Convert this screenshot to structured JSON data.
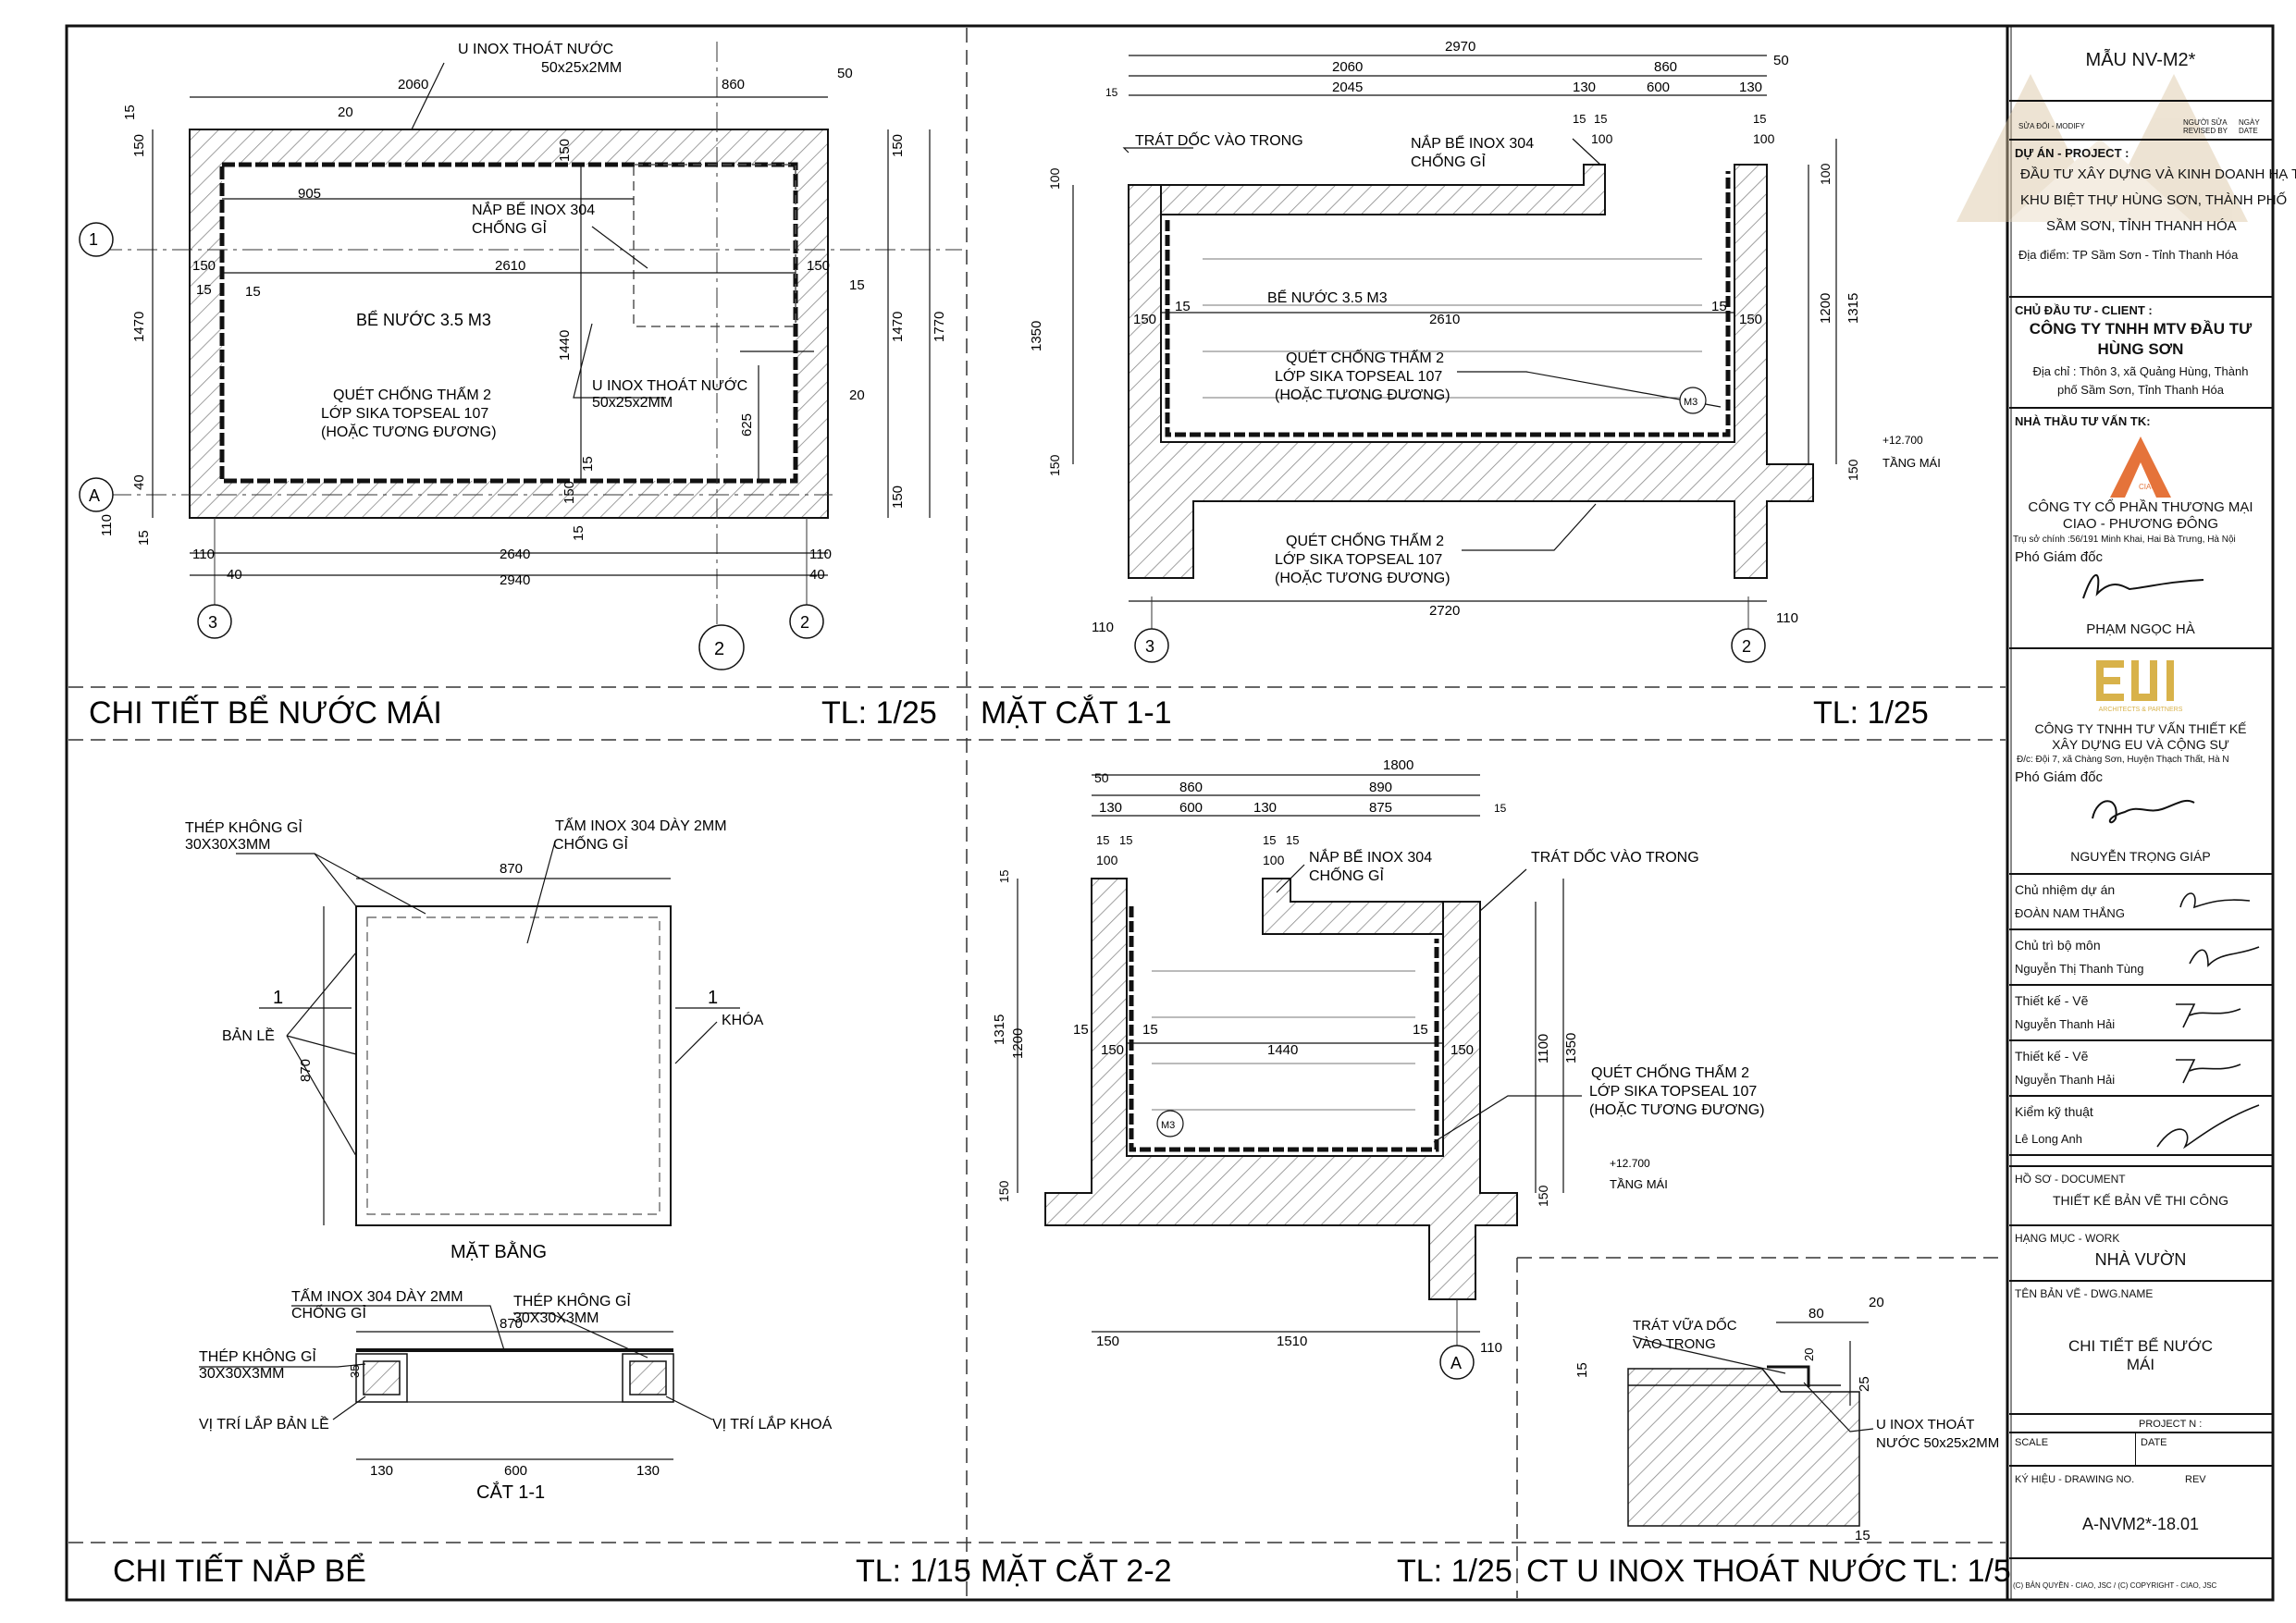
{
  "title_block": {
    "template": "MẪU NV-M2*",
    "rev_headers": [
      "SỬA ĐỔI - MODIFY",
      "NGƯỜI SỬA REVISED BY",
      "NGÀY DATE"
    ],
    "project_label": "DỰ ÁN - PROJECT :",
    "project_lines": [
      "ĐẦU TƯ XÂY DỰNG VÀ KINH DOANH HẠ TẦNG",
      "KHU BIỆT THỰ HÙNG SƠN, THÀNH PHỐ",
      "SẦM SƠN, TỈNH THANH HÓA"
    ],
    "location": "Địa điểm: TP Sầm Sơn - Tỉnh Thanh Hóa",
    "client_label": "CHỦ ĐẦU TƯ - CLIENT :",
    "client_lines": [
      "CÔNG TY TNHH MTV ĐẦU TƯ",
      "HÙNG SƠN"
    ],
    "client_address": [
      "Địa chỉ : Thôn 3, xã Quảng Hùng, Thành",
      "phố Sầm Sơn, Tỉnh Thanh Hóa"
    ],
    "consultant_label": "NHÀ THẦU TƯ VẤN TK:",
    "consultant1_logo_text": "CIAO",
    "consultant1_lines": [
      "CÔNG TY CỔ PHẦN THƯƠNG MẠI",
      "CIAO - PHƯƠNG ĐÔNG"
    ],
    "consultant1_address": "Trụ sở chính :56/191 Minh Khai, Hai Bà Trưng, Hà Nội",
    "consultant1_role": "Phó Giám đốc",
    "consultant1_person": "PHẠM NGỌC HÀ",
    "consultant2_logo_text": "ARCHITECTS & PARTNERS",
    "consultant2_lines": [
      "CÔNG TY TNHH TƯ VẤN THIẾT KẾ",
      "XÂY DỰNG EU VÀ CỘNG SỰ"
    ],
    "consultant2_address": "Đ/c: Đội 7, xã Chàng Sơn, Huyện Thạch Thất, Hà N",
    "consultant2_role": "Phó Giám đốc",
    "consultant2_person": "NGUYỄN TRỌNG GIÁP",
    "staff": [
      {
        "role": "Chủ nhiệm dự án",
        "name": "ĐOÀN NAM THẮNG"
      },
      {
        "role": "Chủ trì bộ môn",
        "name": "Nguyễn Thị Thanh Tùng"
      },
      {
        "role": "Thiết kế - Vẽ",
        "name": "Nguyễn Thanh Hải"
      },
      {
        "role": "Thiết kế - Vẽ",
        "name": "Nguyễn Thanh Hải"
      },
      {
        "role": "Kiểm kỹ thuật",
        "name": "Lê Long Anh"
      }
    ],
    "document_label": "HỒ SƠ - DOCUMENT",
    "document_value": "THIẾT KẾ BẢN VẼ THI CÔNG",
    "work_label": "HẠNG MỤC - WORK",
    "work_value": "NHÀ VƯỜN",
    "dwgname_label": "TÊN BẢN VẼ - DWG.NAME",
    "dwgname_lines": [
      "CHI TIẾT BỂ NƯỚC",
      "MÁI"
    ],
    "project_no_label": "PROJECT N :",
    "scale_label": "SCALE",
    "date_label": "DATE",
    "drawing_no_label": "KÝ HIỆU - DRAWING NO.",
    "rev_label": "REV",
    "drawing_no": "A-NVM2*-18.01",
    "copyright": "(C) BẢN QUYỀN - CIAO, JSC     /     (C) COPYRIGHT - CIAO, JSC"
  },
  "panels": {
    "plan": {
      "title": "CHI TIẾT BỂ NƯỚC MÁI",
      "scale": "TL: 1/25"
    },
    "section11": {
      "title": "MẶT CẮT 1-1",
      "scale": "TL: 1/25"
    },
    "lid": {
      "title": "CHI TIẾT NẮP BỂ",
      "scale": "TL: 1/15"
    },
    "section22": {
      "title": "MẶT CẮT 2-2",
      "scale": "TL: 1/25"
    },
    "drain": {
      "title": "CT U INOX THOÁT NƯỚC",
      "scale": "TL: 1/5"
    }
  },
  "plan": {
    "dims_top": [
      "2060",
      "860",
      "50",
      "20"
    ],
    "dims_bottom": [
      "110",
      "2640",
      "110",
      "40",
      "2940",
      "40"
    ],
    "dims_left": [
      "15",
      "150",
      "1470",
      "40",
      "110",
      "15"
    ],
    "dims_right": [
      "150",
      "1470",
      "150",
      "1770",
      "20"
    ],
    "dims_inner": [
      "905",
      "2610",
      "150",
      "150",
      "15",
      "15",
      "15",
      "1440",
      "625",
      "15",
      "150",
      "15",
      "150"
    ],
    "labels": [
      "U INOX THOÁT NƯỚC",
      "50x25x2MM",
      "NẮP BỂ INOX 304",
      "CHỐNG GỈ",
      "BỂ NƯỚC 3.5 M3",
      "U INOX THOÁT NƯỚC",
      "50x25x2MM",
      "QUÉT CHỐNG THẤM 2",
      "LỚP SIKA TOPSEAL 107",
      "(HOẶC TƯƠNG ĐƯƠNG)"
    ],
    "grid": [
      "1",
      "A",
      "3",
      "2",
      "2"
    ]
  },
  "section11": {
    "dims_top": [
      "2970",
      "2060",
      "860",
      "50",
      "15",
      "2045",
      "130",
      "600",
      "130",
      "15",
      "15",
      "15",
      "100",
      "100"
    ],
    "dims_left": [
      "100",
      "1350",
      "150"
    ],
    "dims_right": [
      "100",
      "1200",
      "1315",
      "150"
    ],
    "dims_inner": [
      "15",
      "150",
      "2610",
      "15",
      "150"
    ],
    "dims_bottom": [
      "110",
      "2720",
      "110"
    ],
    "labels": [
      "TRÁT DỐC VÀO TRONG",
      "NẮP BỂ INOX 304",
      "CHỐNG GỈ",
      "BỂ NƯỚC 3.5 M3",
      "QUÉT CHỐNG THẤM 2",
      "LỚP SIKA TOPSEAL 107",
      "(HOẶC TƯƠNG ĐƯƠNG)",
      "M3",
      "QUÉT CHỐNG THẤM 2",
      "LỚP SIKA TOPSEAL 107",
      "(HOẶC TƯƠNG ĐƯƠNG)"
    ],
    "level": "+12.700",
    "level_label": "TẦNG MÁI",
    "grid": [
      "3",
      "2"
    ]
  },
  "lid": {
    "labels": [
      "THÉP KHÔNG GỈ",
      "30X30X3MM",
      "TẤM INOX 304 DÀY 2MM",
      "CHỐNG GỈ",
      "BẢN LỀ",
      "KHÓA",
      "MẶT BẰNG",
      "TẤM INOX 304 DÀY 2MM",
      "CHỐNG GỈ",
      "THÉP KHÔNG GỈ",
      "30X30X3MM",
      "THÉP KHÔNG GỈ",
      "30X30X3MM",
      "VỊ TRÍ LẮP BẢN LỀ",
      "VỊ TRÍ LẮP KHOÁ",
      "CẮT 1-1"
    ],
    "dims": [
      "870",
      "870",
      "1",
      "1",
      "870",
      "35",
      "130",
      "600",
      "130"
    ]
  },
  "section22": {
    "dims_top": [
      "1800",
      "50",
      "860",
      "890",
      "130",
      "600",
      "130",
      "875",
      "15",
      "15",
      "15",
      "15",
      "15",
      "100",
      "100"
    ],
    "dims_left": [
      "15",
      "1315",
      "1200",
      "150"
    ],
    "dims_right": [
      "1100",
      "1350",
      "150"
    ],
    "dims_inner": [
      "15",
      "15",
      "150",
      "1440",
      "15",
      "150"
    ],
    "dims_bottom": [
      "150",
      "1510",
      "110"
    ],
    "labels": [
      "NẮP BỂ INOX 304",
      "CHỐNG GỈ",
      "TRÁT DỐC VÀO TRONG",
      "QUÉT CHỐNG THẤM 2",
      "LỚP SIKA TOPSEAL 107",
      "(HOẶC TƯƠNG ĐƯƠNG)",
      "M3"
    ],
    "level": "+12.700",
    "level_label": "TẦNG MÁI",
    "grid": [
      "A"
    ]
  },
  "drain": {
    "labels": [
      "TRÁT VỮA DỐC",
      "VÀO TRONG",
      "U INOX THOÁT",
      "NƯỚC 50x25x2MM"
    ],
    "dims": [
      "80",
      "20",
      "20",
      "15",
      "25",
      "15"
    ]
  },
  "colors": {
    "line": "#111111",
    "hatch": "#777777",
    "logo_orange": "#e5733a",
    "logo_gold": "#d8b24a",
    "watermark": "#d9c3a0"
  }
}
